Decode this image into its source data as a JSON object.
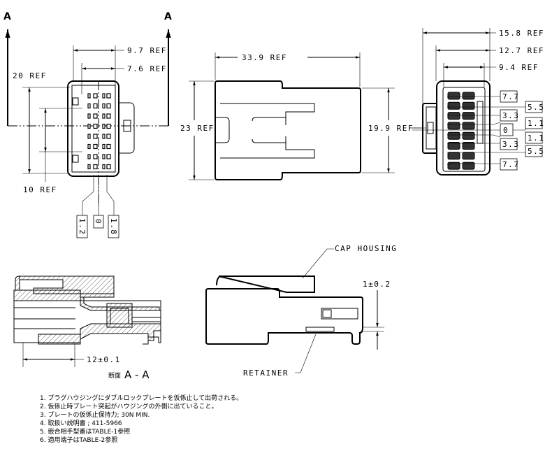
{
  "section_marks": {
    "left": "A",
    "right": "A"
  },
  "front_view": {
    "dim_width_outer": "9.7 REF",
    "dim_width_inner": "7.6 REF",
    "dim_height_outer": "20 REF",
    "dim_height_inner": "10 REF",
    "offsets": [
      "1.2",
      "0",
      "1.8"
    ]
  },
  "top_view": {
    "dim_length": "33.9 REF",
    "dim_height_left": "23 REF",
    "dim_height_right": "19.9 REF"
  },
  "rear_view": {
    "dim_1": "15.8 REF",
    "dim_2": "12.7 REF",
    "dim_3": "9.4 REF",
    "pitch_left": [
      "7.7",
      "3.3",
      "0",
      "3.3",
      "7.7"
    ],
    "pitch_right": [
      "5.5",
      "1.1",
      "1.1",
      "5.5"
    ]
  },
  "section_view": {
    "dim": "12±0.1",
    "label_prefix": "断面",
    "label": "A - A"
  },
  "side_view": {
    "cap_housing": "CAP HOUSING",
    "gap": "1±0.2",
    "retainer": "RETAINER"
  },
  "notes": [
    "1. プラグハウジングにダブルロックプレートを仮係止して出荷される。",
    "2. 仮係止時プレート突起がハウジングの外側に出ていること。",
    "3. プレートの仮係止保持力; 30N MIN.",
    "4. 取扱い説明書 ; 411-5966",
    "5. 嵌合相手型番はTABLE-1参照",
    "6. 適用端子はTABLE-2参照"
  ]
}
